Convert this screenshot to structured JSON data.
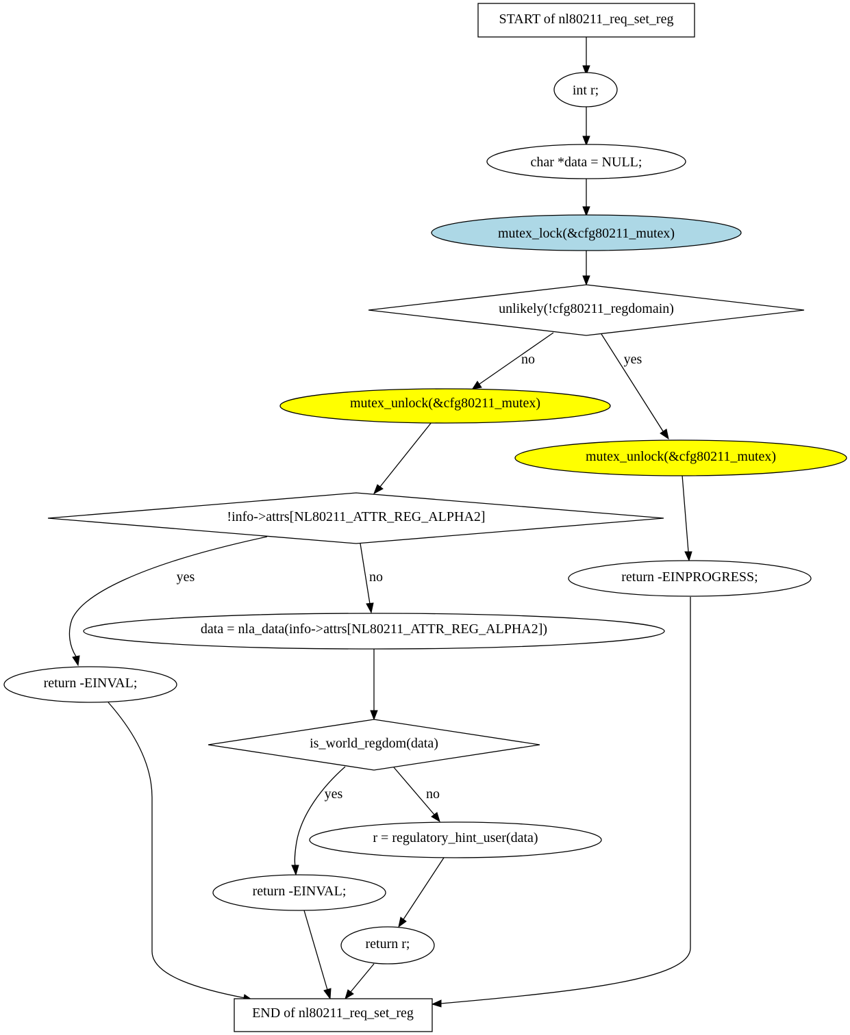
{
  "colors": {
    "default_fill": "#ffffff",
    "lock_fill": "#add8e6",
    "unlock_fill": "#ffff00",
    "stroke": "#000000"
  },
  "nodes": {
    "start": "START of nl80211_req_set_reg",
    "decl_r": "int r;",
    "decl_data": "char *data = NULL;",
    "lock": "mutex_lock(&cfg80211_mutex)",
    "cond_regdomain": "unlikely(!cfg80211_regdomain)",
    "unlock_no": "mutex_unlock(&cfg80211_mutex)",
    "unlock_yes": "mutex_unlock(&cfg80211_mutex)",
    "cond_alpha2": "!info->attrs[NL80211_ATTR_REG_ALPHA2]",
    "ret_einprogress": "return -EINPROGRESS;",
    "assign_data": "data = nla_data(info->attrs[NL80211_ATTR_REG_ALPHA2])",
    "ret_einval_1": "return -EINVAL;",
    "cond_world": "is_world_regdom(data)",
    "hint_user": "r = regulatory_hint_user(data)",
    "ret_einval_2": "return -EINVAL;",
    "ret_r": "return r;",
    "end": "END of nl80211_req_set_reg"
  },
  "edge_labels": {
    "regdomain_no": "no",
    "regdomain_yes": "yes",
    "alpha2_yes": "yes",
    "alpha2_no": "no",
    "world_yes": "yes",
    "world_no": "no"
  }
}
